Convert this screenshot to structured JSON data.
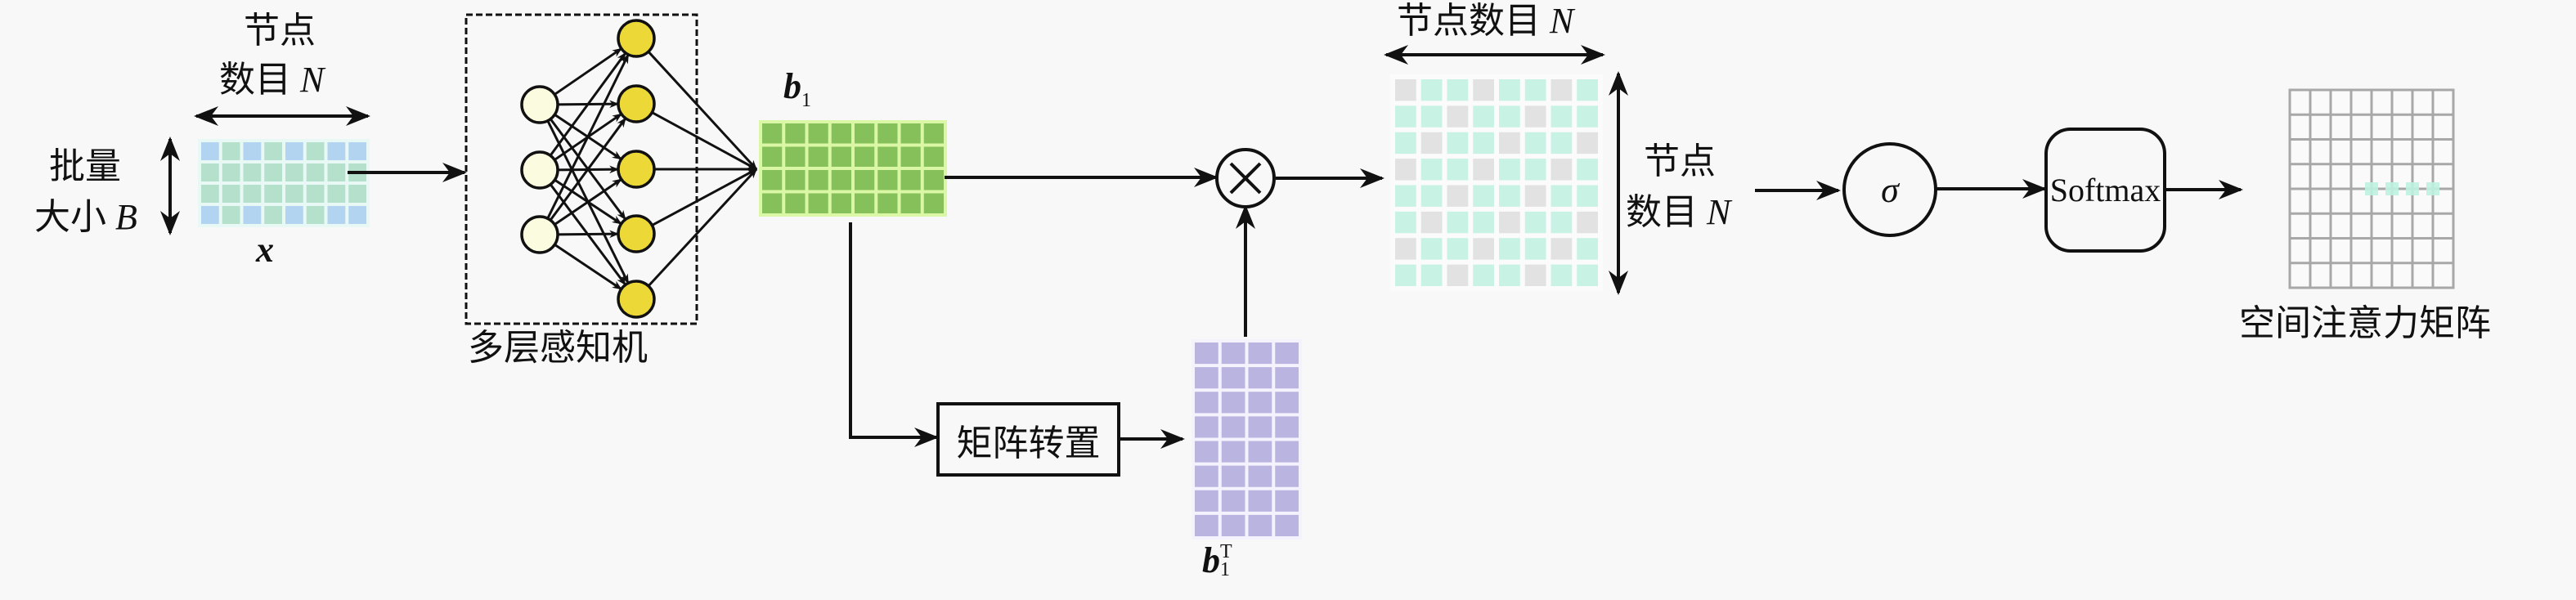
{
  "input": {
    "top_label_line1": "节点",
    "top_label_line2": "数目",
    "top_label_var": "N",
    "left_label_line1": "批量",
    "left_label_line2": "大小",
    "left_label_var": "B",
    "name": "x",
    "rows": 4,
    "cols": 8
  },
  "mlp": {
    "label": "多层感知机",
    "input_nodes": 3,
    "hidden_nodes": 5
  },
  "b1": {
    "name": "b",
    "subscript": "1",
    "rows": 4,
    "cols": 8
  },
  "transpose": {
    "label": "矩阵转置"
  },
  "b1t": {
    "name": "b",
    "subscript": "1",
    "superscript": "T",
    "rows": 8,
    "cols": 4
  },
  "multiply": {
    "symbol": "×"
  },
  "product": {
    "top_label": "节点数目",
    "top_label_var": "N",
    "right_label_line1": "节点",
    "right_label_line2": "数目",
    "right_label_var": "N",
    "rows": 8,
    "cols": 8
  },
  "sigma": {
    "symbol": "σ"
  },
  "softmax": {
    "label": "Softmax"
  },
  "attention": {
    "label": "空间注意力矩阵",
    "rows": 8,
    "cols": 8
  },
  "colors": {
    "background": "#f8f8f8",
    "input_cell": "#b4e0cc",
    "input_corner": "#b3d4f0",
    "mlp_input_node": "#fbfbe0",
    "mlp_hidden_node": "#ecd836",
    "b1_cell": "#86c05a",
    "b1_grid": "#d9f7a4",
    "b1t_cell": "#b9b4e0",
    "product_cell": "#c7f2e4",
    "product_bg": "#e2e2e2",
    "attention_grid": "#a8a8a8",
    "attention_highlight": "#bff2e0",
    "line": "#111111"
  }
}
